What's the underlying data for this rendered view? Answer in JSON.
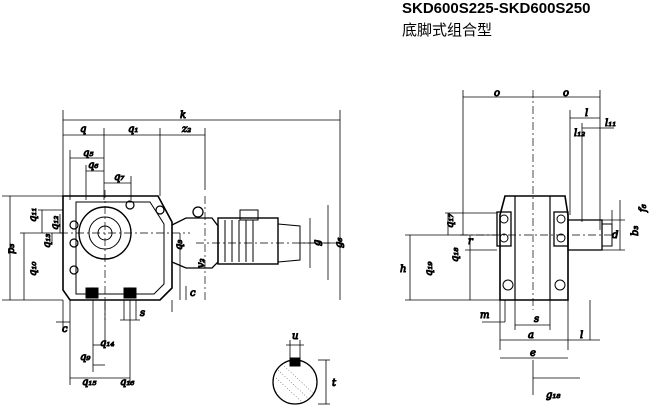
{
  "header": {
    "title": "SKD600S225-SKD600S250",
    "subtitle": "底脚式组合型"
  },
  "labels": {
    "k": "k",
    "q": "q",
    "q1": "q₁",
    "z2": "z₂",
    "q5": "q₅",
    "q6": "q₆",
    "q7": "q₇",
    "q11": "q₁₁",
    "q12": "q₁₂",
    "q13": "q₁₃",
    "p3": "p₃",
    "q10": "q₁₀",
    "q3": "q₃",
    "v2": "v₂",
    "g": "g",
    "g6": "g₆",
    "c": "c",
    "s": "s",
    "q14": "q₁₄",
    "q9": "q₉",
    "q15": "q₁₅",
    "q16": "q₁₆",
    "u": "u",
    "t": "t",
    "o": "o",
    "l": "l",
    "l11": "l₁₁",
    "l12": "l₁₂",
    "q17": "q₁₇",
    "q18": "q₁₈",
    "q19": "q₁₉",
    "h": "h",
    "d": "d",
    "b3": "b₃",
    "f6": "f₆",
    "m": "m",
    "a": "a",
    "e": "e",
    "g18": "g₁₈",
    "r": "r"
  }
}
